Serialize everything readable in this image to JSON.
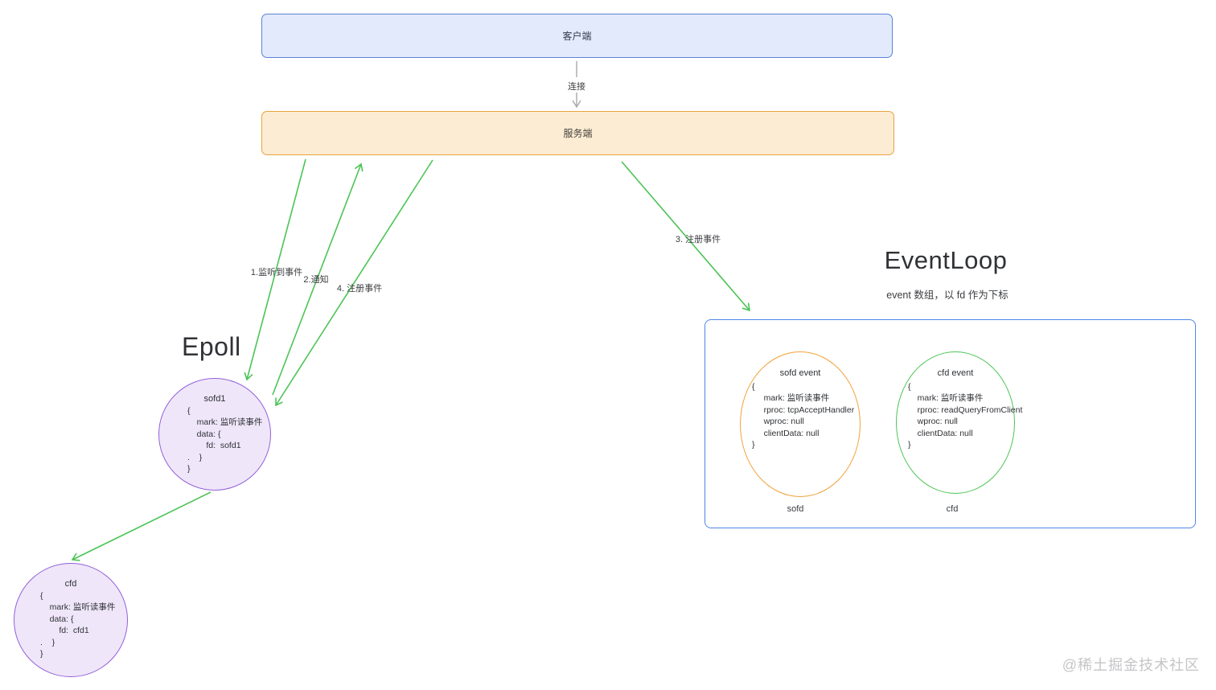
{
  "client_box": {
    "label": "客户端"
  },
  "connector": {
    "label": "连接"
  },
  "server_box": {
    "label": "服务端"
  },
  "arrow_labels": {
    "listen": "1.监听到事件",
    "notify": "2.通知",
    "register3": "3. 注册事件",
    "register4": "4. 注册事件"
  },
  "epoll": {
    "title": "Epoll",
    "sofd": {
      "title": "sofd1",
      "lines": [
        "{",
        "    mark: 监听读事件",
        "    data: {",
        "        fd:  sofd1",
        ".    }",
        "}"
      ]
    },
    "cfd": {
      "title": "cfd",
      "lines": [
        "{",
        "    mark: 监听读事件",
        "    data: {",
        "        fd:  cfd1",
        ".    }",
        "}"
      ]
    }
  },
  "eventloop": {
    "title": "EventLoop",
    "subtitle": "event 数组，以 fd 作为下标",
    "sofd_event": {
      "title": "sofd event",
      "lines": [
        "{",
        "     mark: 监听读事件",
        "     rproc: tcpAcceptHandler",
        "     wproc: null",
        "     clientData: null",
        "}"
      ],
      "caption": "sofd"
    },
    "cfd_event": {
      "title": "cfd event",
      "lines": [
        "{",
        "    mark: 监听读事件",
        "    rproc: readQueryFromClient",
        "    wproc: null",
        "    clientData: null",
        "}"
      ],
      "caption": "cfd"
    }
  },
  "watermark": "@稀土掘金技术社区",
  "colors": {
    "client_fill": "#e2eafb",
    "client_border": "#5b82d7",
    "server_fill": "#fcecd4",
    "server_border": "#e9a33d",
    "eventloop_border": "#4e86e8",
    "epoll_circle_fill": "#efe6fa",
    "epoll_circle_border": "#9361d8",
    "arrow_green": "#4cc455",
    "sofd_ellipse_border": "#f0a23c",
    "cfd_ellipse_border": "#4cc455",
    "connector_gray": "#a9a9ad"
  }
}
